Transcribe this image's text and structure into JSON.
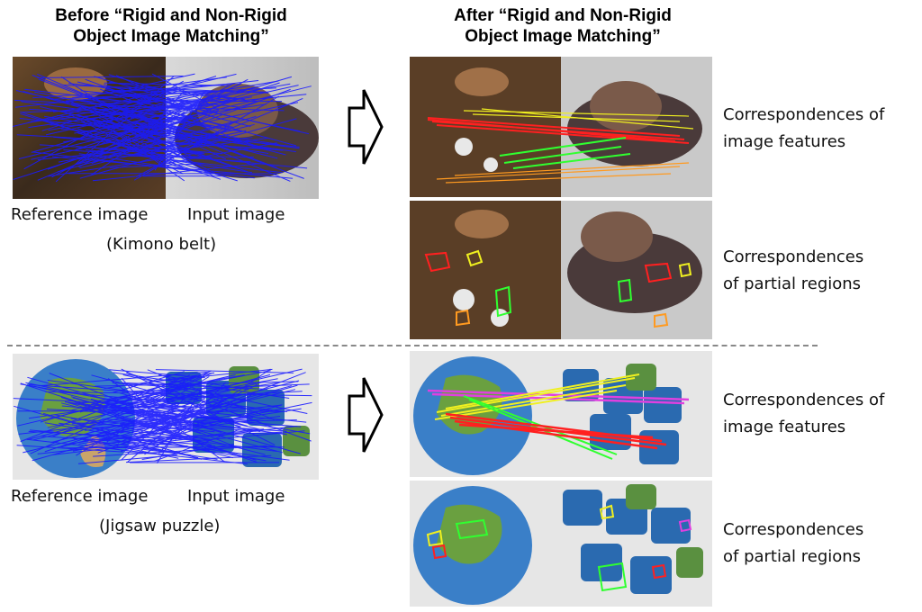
{
  "left_heading": {
    "line1": "Before “Rigid and Non-Rigid",
    "line2": "Object Image Matching”"
  },
  "right_heading": {
    "line1": "After “Rigid and Non-Rigid",
    "line2": "Object Image Matching”"
  },
  "examples": [
    {
      "reference_label": "Reference image",
      "input_label": "Input image",
      "object_label": "(Kimono belt)",
      "features_label": {
        "line1": "Correspondences of",
        "line2": "image features"
      },
      "regions_label": {
        "line1": "Correspondences",
        "line2": "of partial regions"
      }
    },
    {
      "reference_label": "Reference image",
      "input_label": "Input image",
      "object_label": "(Jigsaw puzzle)",
      "features_label": {
        "line1": "Correspondences of",
        "line2": "image features"
      },
      "regions_label": {
        "line1": "Correspondences",
        "line2": "of partial regions"
      }
    }
  ],
  "arrow_icon": "hollow-right-arrow-icon",
  "colors": {
    "before_match_lines": "#1a1aff",
    "after_red": "#ff2020",
    "after_yellow": "#f0f020",
    "after_green": "#30ff30",
    "after_orange": "#ff9a20",
    "after_magenta": "#e040e0"
  }
}
